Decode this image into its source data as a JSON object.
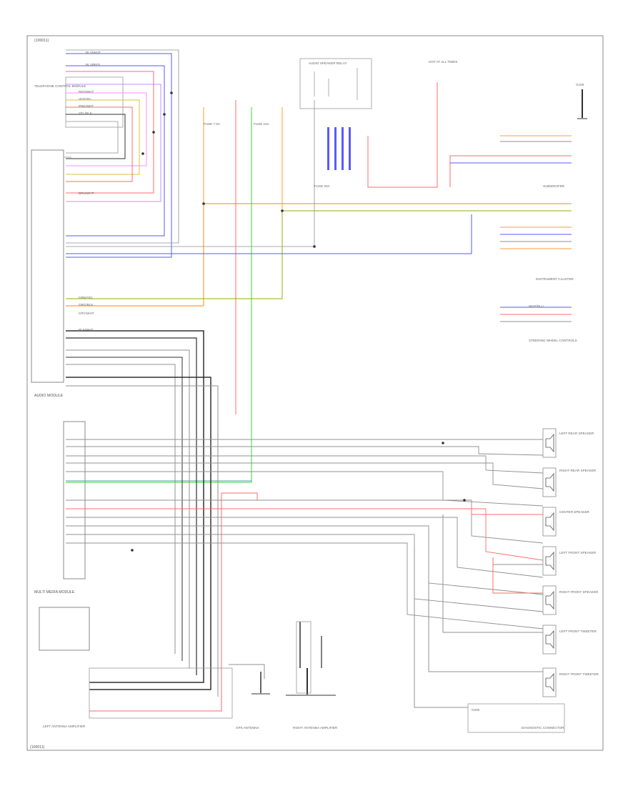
{
  "diagram": {
    "page_label_top": "(100011)",
    "page_label_bottom": "(100011)",
    "components": {
      "audio_module": "AUDIO MODULE",
      "subwoofer": "SUBWOOFER",
      "speaker_relay": "AUDIO SPEAKER RELAY",
      "left_rear_speaker": "LEFT REAR SPEAKER",
      "right_rear_speaker": "RIGHT REAR SPEAKER",
      "center_speaker": "CENTER SPEAKER",
      "left_front_speaker": "LEFT FRONT SPEAKER",
      "right_front_speaker": "RIGHT FRONT SPEAKER",
      "left_front_tweeter": "LEFT FRONT TWEETER",
      "right_front_tweeter": "RIGHT FRONT TWEETER",
      "left_antenna_amplifier": "LEFT ANTENNA AMPLIFIER",
      "right_antenna_amplifier": "RIGHT ANTENNA AMPLIFIER",
      "multi_media_module": "MULTI MEDIA MODULE",
      "hot_at_all_times": "HOT AT ALL TIMES",
      "fuse_a": "FUSE 7.5A",
      "fuse_b": "FUSE 15A",
      "fuse_c": "FUSE 20A",
      "ground": "G100",
      "ground_b": "G200",
      "telephone": "TELEPHONE CONTROL MODULE",
      "steering_wheel": "STEERING WHEEL CONTROLS",
      "instrument_cluster": "INSTRUMENT CLUSTER",
      "gps_antenna": "GPS ANTENNA",
      "diag_connector": "DIAGNOSTIC CONNECTOR"
    },
    "wire_labels": {
      "w1": "BLU/WHT",
      "w2": "BLU/RED",
      "w3": "RED/WHT",
      "w4": "VIO/YEL",
      "w5": "PNK/WHT",
      "w6": "YEL/BLK",
      "w7": "BRN/WHT",
      "w8": "GRN/YEL",
      "w9": "ORG/BLK",
      "w10": "GRY/WHT",
      "w11": "BLK/WHT",
      "w12": "WHT/BLU"
    },
    "colors": {
      "red": "#ff6b6b",
      "blue": "#5a5aff",
      "pink": "#ff8cff",
      "orange": "#ff9d3a",
      "green": "#3ad43a",
      "olive": "#a8c030",
      "yellow": "#e0c030",
      "black": "#303030",
      "gray": "#909090",
      "teal": "#40a0b0",
      "violet": "#b070ff"
    }
  }
}
